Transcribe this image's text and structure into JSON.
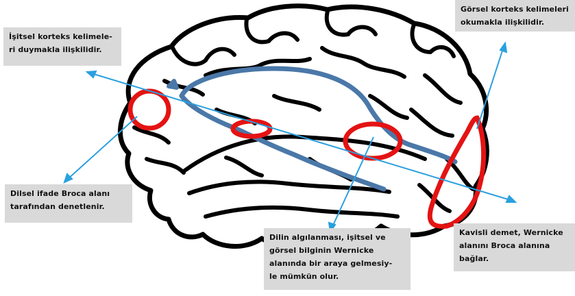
{
  "labels": {
    "auditory_cortex": "İşitsel korteks kelimele-\nri duymakla ilişkilidir.",
    "visual_cortex": "Görsel korteks kelimeleri\nokumakla ilişkilidir.",
    "broca": "Dilsel ifade Broca alanı\ntarafından denetlenir.",
    "wernicke": "Dilin algılanması, işitsel ve\ngörsel bilginin Wernicke\nalanında bir araya gelmesiy-\nle mümkün olur.",
    "arcuate": "Kavisli demet, Wernicke\nalanını Broca alanına\nbağlar."
  },
  "colors": {
    "outline": "#000000",
    "pointer": "#2aa0df",
    "pathway": "#4a78a8",
    "highlight": "#e41313",
    "label_bg": "#d9d9d9"
  }
}
